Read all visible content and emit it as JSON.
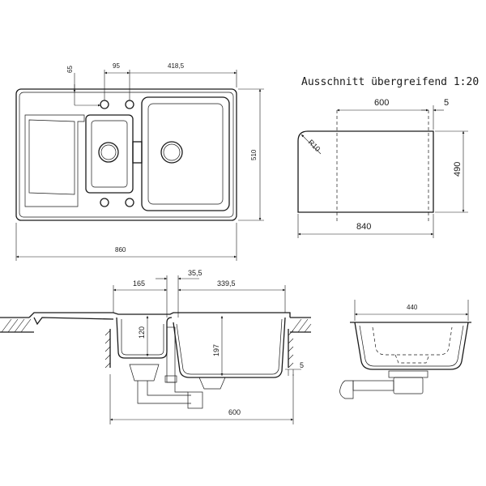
{
  "title": "Ausschnitt übergreifend 1:20",
  "top_view": {
    "dim_65": "65",
    "dim_95": "95",
    "dim_418_5": "418,5",
    "dim_510": "510",
    "dim_860": "860"
  },
  "cutout": {
    "dim_600": "600",
    "dim_5": "5",
    "radius": "R10",
    "dim_490": "490",
    "dim_840": "840"
  },
  "section": {
    "dim_165": "165",
    "dim_35_5": "35,5",
    "dim_339_5": "339,5",
    "dim_120": "120",
    "dim_197": "197",
    "dim_5": "5",
    "dim_600": "600"
  },
  "side_view": {
    "dim_440": "440"
  }
}
